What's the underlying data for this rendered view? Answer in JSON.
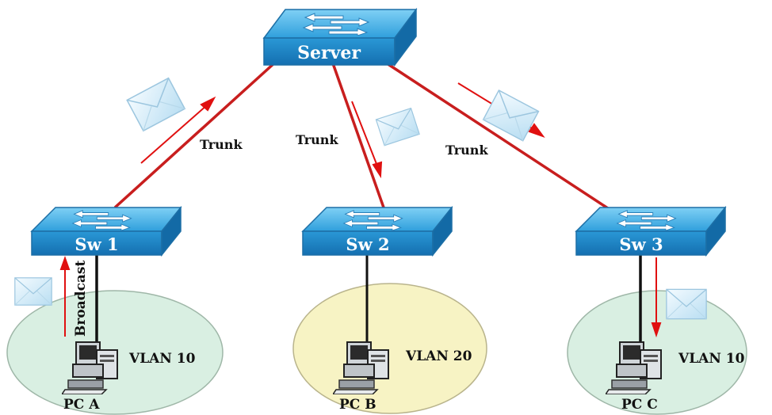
{
  "diagram": {
    "server": {
      "label": "Server"
    },
    "switches": [
      {
        "id": "sw1",
        "label": "Sw 1"
      },
      {
        "id": "sw2",
        "label": "Sw 2"
      },
      {
        "id": "sw3",
        "label": "Sw 3"
      }
    ],
    "links": [
      {
        "label": "Trunk"
      },
      {
        "label": "Trunk"
      },
      {
        "label": "Trunk"
      }
    ],
    "pcs": [
      {
        "label": "PC A",
        "vlan": "VLAN 10"
      },
      {
        "label": "PC B",
        "vlan": "VLAN 20"
      },
      {
        "label": "PC C",
        "vlan": "VLAN 10"
      }
    ],
    "broadcast_label": "Broadcast",
    "colors": {
      "switch_top": "#4fb3e8",
      "switch_front": "#1f8fd0",
      "trunk": "#c81e1e",
      "arrow": "#e01010",
      "vlan10_fill": "#d9efe2",
      "vlan20_fill": "#f7f3c4"
    }
  }
}
